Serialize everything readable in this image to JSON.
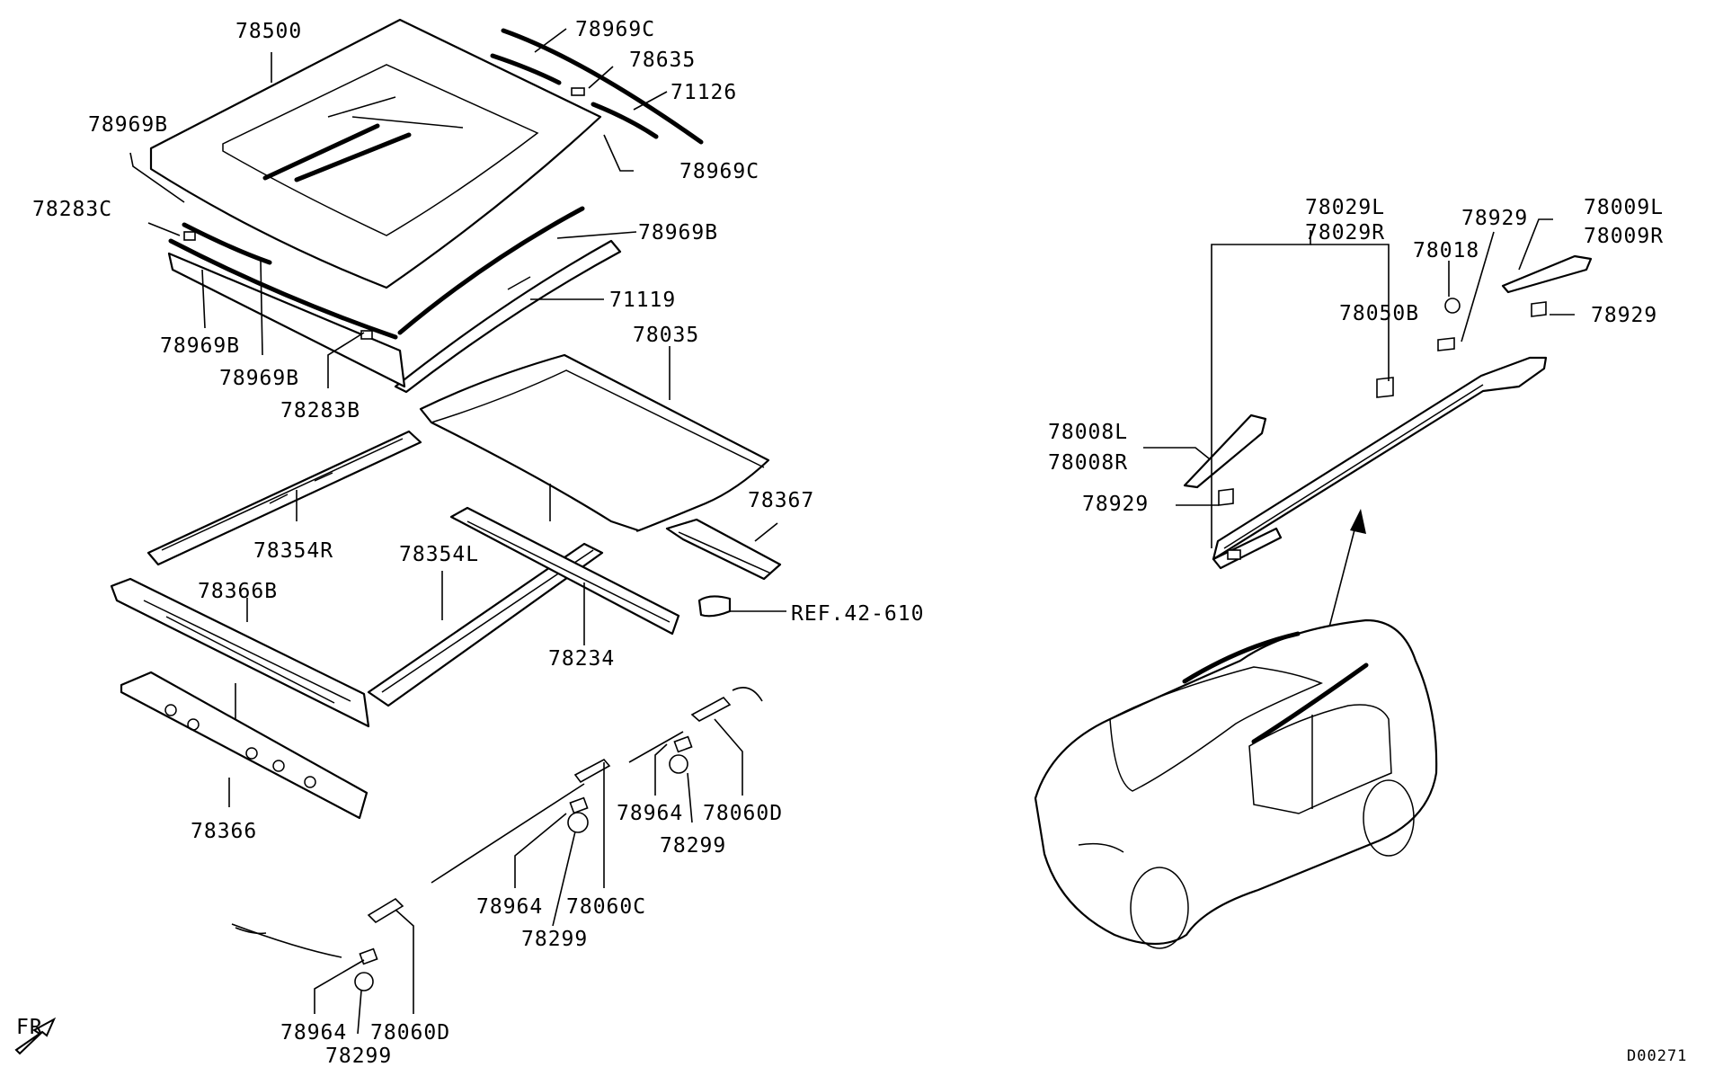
{
  "labels": {
    "p78500": "78500",
    "p78969C_top": "78969C",
    "p78635": "78635",
    "p71126": "71126",
    "p78969C_mid": "78969C",
    "p78969B_left": "78969B",
    "p78283C": "78283C",
    "p78969B_right": "78969B",
    "p71119": "71119",
    "p78969B_bl": "78969B",
    "p78969B_bm": "78969B",
    "p78283B": "78283B",
    "p78035": "78035",
    "p78354R": "78354R",
    "p78367": "78367",
    "p78366B": "78366B",
    "p78354L": "78354L",
    "ref": "REF.42-610",
    "p78234": "78234",
    "p78366": "78366",
    "p78964_a": "78964",
    "p78060D_a": "78060D",
    "p78299_a": "78299",
    "p78964_b": "78964",
    "p78060C": "78060C",
    "p78299_b": "78299",
    "p78964_c": "78964",
    "p78060D_c": "78060D",
    "p78299_c": "78299",
    "p78029L": "78029L",
    "p78029R": "78029R",
    "p78929_top": "78929",
    "p78009L": "78009L",
    "p78009R": "78009R",
    "p78018": "78018",
    "p78050B": "78050B",
    "p78929_right": "78929",
    "p78008L": "78008L",
    "p78008R": "78008R",
    "p78929_left": "78929",
    "fr": "FR",
    "code": "D00271"
  },
  "icons": {
    "front_arrow": "front-direction-arrow-icon"
  }
}
